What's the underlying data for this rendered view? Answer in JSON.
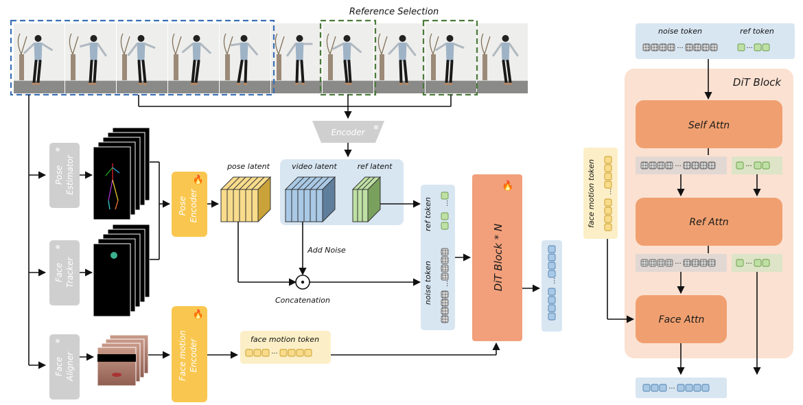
{
  "title": "Reference Selection",
  "frames_count": 10,
  "modules": {
    "encoder": "Encoder",
    "pose_estimator_line1": "Pose",
    "pose_estimator_line2": "Estimator",
    "face_tracker_line1": "Face",
    "face_tracker_line2": "Tracker",
    "face_aligner_line1": "Face",
    "face_aligner_line2": "Aligner",
    "pose_encoder_line1": "Pose",
    "pose_encoder_line2": "Encoder",
    "face_motion_encoder_line1": "Face motion",
    "face_motion_encoder_line2": "Encoder",
    "dit_block_n": "DiT Block * N"
  },
  "latents": {
    "pose_latent": "pose latent",
    "video_latent": "video latent",
    "ref_latent": "ref latent",
    "add_noise": "Add Noise",
    "concatenation": "Concatenation",
    "face_motion_token": "face motion token",
    "ref_token": "ref token",
    "noise_token": "noise token"
  },
  "dit_block": {
    "title": "DiT Block",
    "noise_token": "noise token",
    "ref_token": "ref token",
    "self_attn": "Self Attn",
    "ref_attn": "Ref Attn",
    "face_attn": "Face Attn",
    "face_motion_token": "face motion token"
  },
  "symbols": {
    "ellipsis": "···",
    "fire": "🔥",
    "snow": "❄"
  },
  "colors": {
    "ref_selection_blue": "#3a6fb5",
    "ref_selection_green": "#4a7a3a",
    "frozen_gray": "#cfcfcf",
    "encoder_yellow": "#f9c74f",
    "dit_orange": "#f2a07b",
    "dit_panel": "#fbe1d2",
    "video_latent_panel": "#d8e6f2",
    "token_blue": "#a9c9e6",
    "token_green": "#bfe0a4",
    "token_yellow": "#f8dc8c"
  }
}
